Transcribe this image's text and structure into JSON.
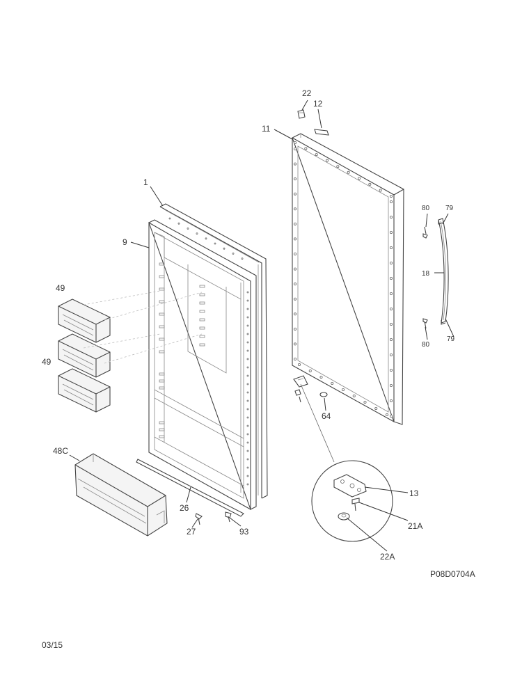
{
  "labels": {
    "p1": "1",
    "p9": "9",
    "p11": "11",
    "p12": "12",
    "p13": "13",
    "p18": "18",
    "p21a": "21A",
    "p22": "22",
    "p22a": "22A",
    "p26": "26",
    "p27": "27",
    "p48c": "48C",
    "p49a": "49",
    "p49b": "49",
    "p64": "64",
    "p79a": "79",
    "p79b": "79",
    "p80a": "80",
    "p80b": "80",
    "p93": "93"
  },
  "footer": {
    "drawing_id": "P08D0704A",
    "date_code": "03/15"
  },
  "colors": {
    "line": "#444444",
    "text": "#333333",
    "background": "#ffffff"
  }
}
